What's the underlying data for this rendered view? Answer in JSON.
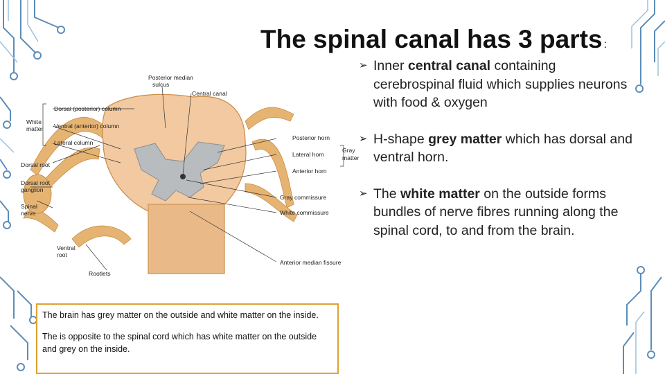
{
  "slide": {
    "title": "The spinal canal has 3 parts",
    "title_suffix": ":",
    "bullets": [
      {
        "pre": "Inner ",
        "bold": "central canal",
        "post": " containing cerebrospinal fluid which supplies neurons with food & oxygen"
      },
      {
        "pre": "H-shape ",
        "bold": "grey matter",
        "post": " which has dorsal and ventral horn."
      },
      {
        "pre": "The ",
        "bold": "white matter",
        "post": " on the outside forms bundles of nerve fibres running along the spinal cord, to and from the brain."
      }
    ],
    "note": {
      "p1": "The brain has grey matter on the outside and white matter on the inside.",
      "p2": "The is opposite to the spinal cord which has white matter on the outside and grey on the inside."
    }
  },
  "diagram": {
    "labels": {
      "posterior_median_sulcus_1": "Posterior median",
      "posterior_median_sulcus_2": "sulcus",
      "central_canal": "Central canal",
      "dorsal_column": "Dorsal (posterior) column",
      "ventral_column": "Ventral (anterior) column",
      "lateral_column": "Lateral column",
      "white_matter_1": "White",
      "white_matter_2": "matter",
      "dorsal_root": "Dorsal root",
      "ganglion_1": "Dorsal root",
      "ganglion_2": "ganglion",
      "spinal_nerve_1": "Spinal",
      "spinal_nerve_2": "nerve",
      "ventral_root_1": "Ventral",
      "ventral_root_2": "root",
      "rootlets": "Rootlets",
      "posterior_horn": "Posterior horn",
      "lateral_horn": "Lateral horn",
      "anterior_horn": "Anterior horn",
      "gray_matter_1": "Gray",
      "gray_matter_2": "matter",
      "gray_commissure": "Gray commissure",
      "white_commissure": "White commissure",
      "anterior_median_fissure": "Anterior median fissure"
    }
  },
  "colors": {
    "circuit": "#5b8db8",
    "circuit_light": "#9cc0dc",
    "note_border": "#e0a030",
    "cord_white": "#f2c9a0",
    "cord_grey": "#b9bcbf",
    "nerve": "#e6b472"
  }
}
